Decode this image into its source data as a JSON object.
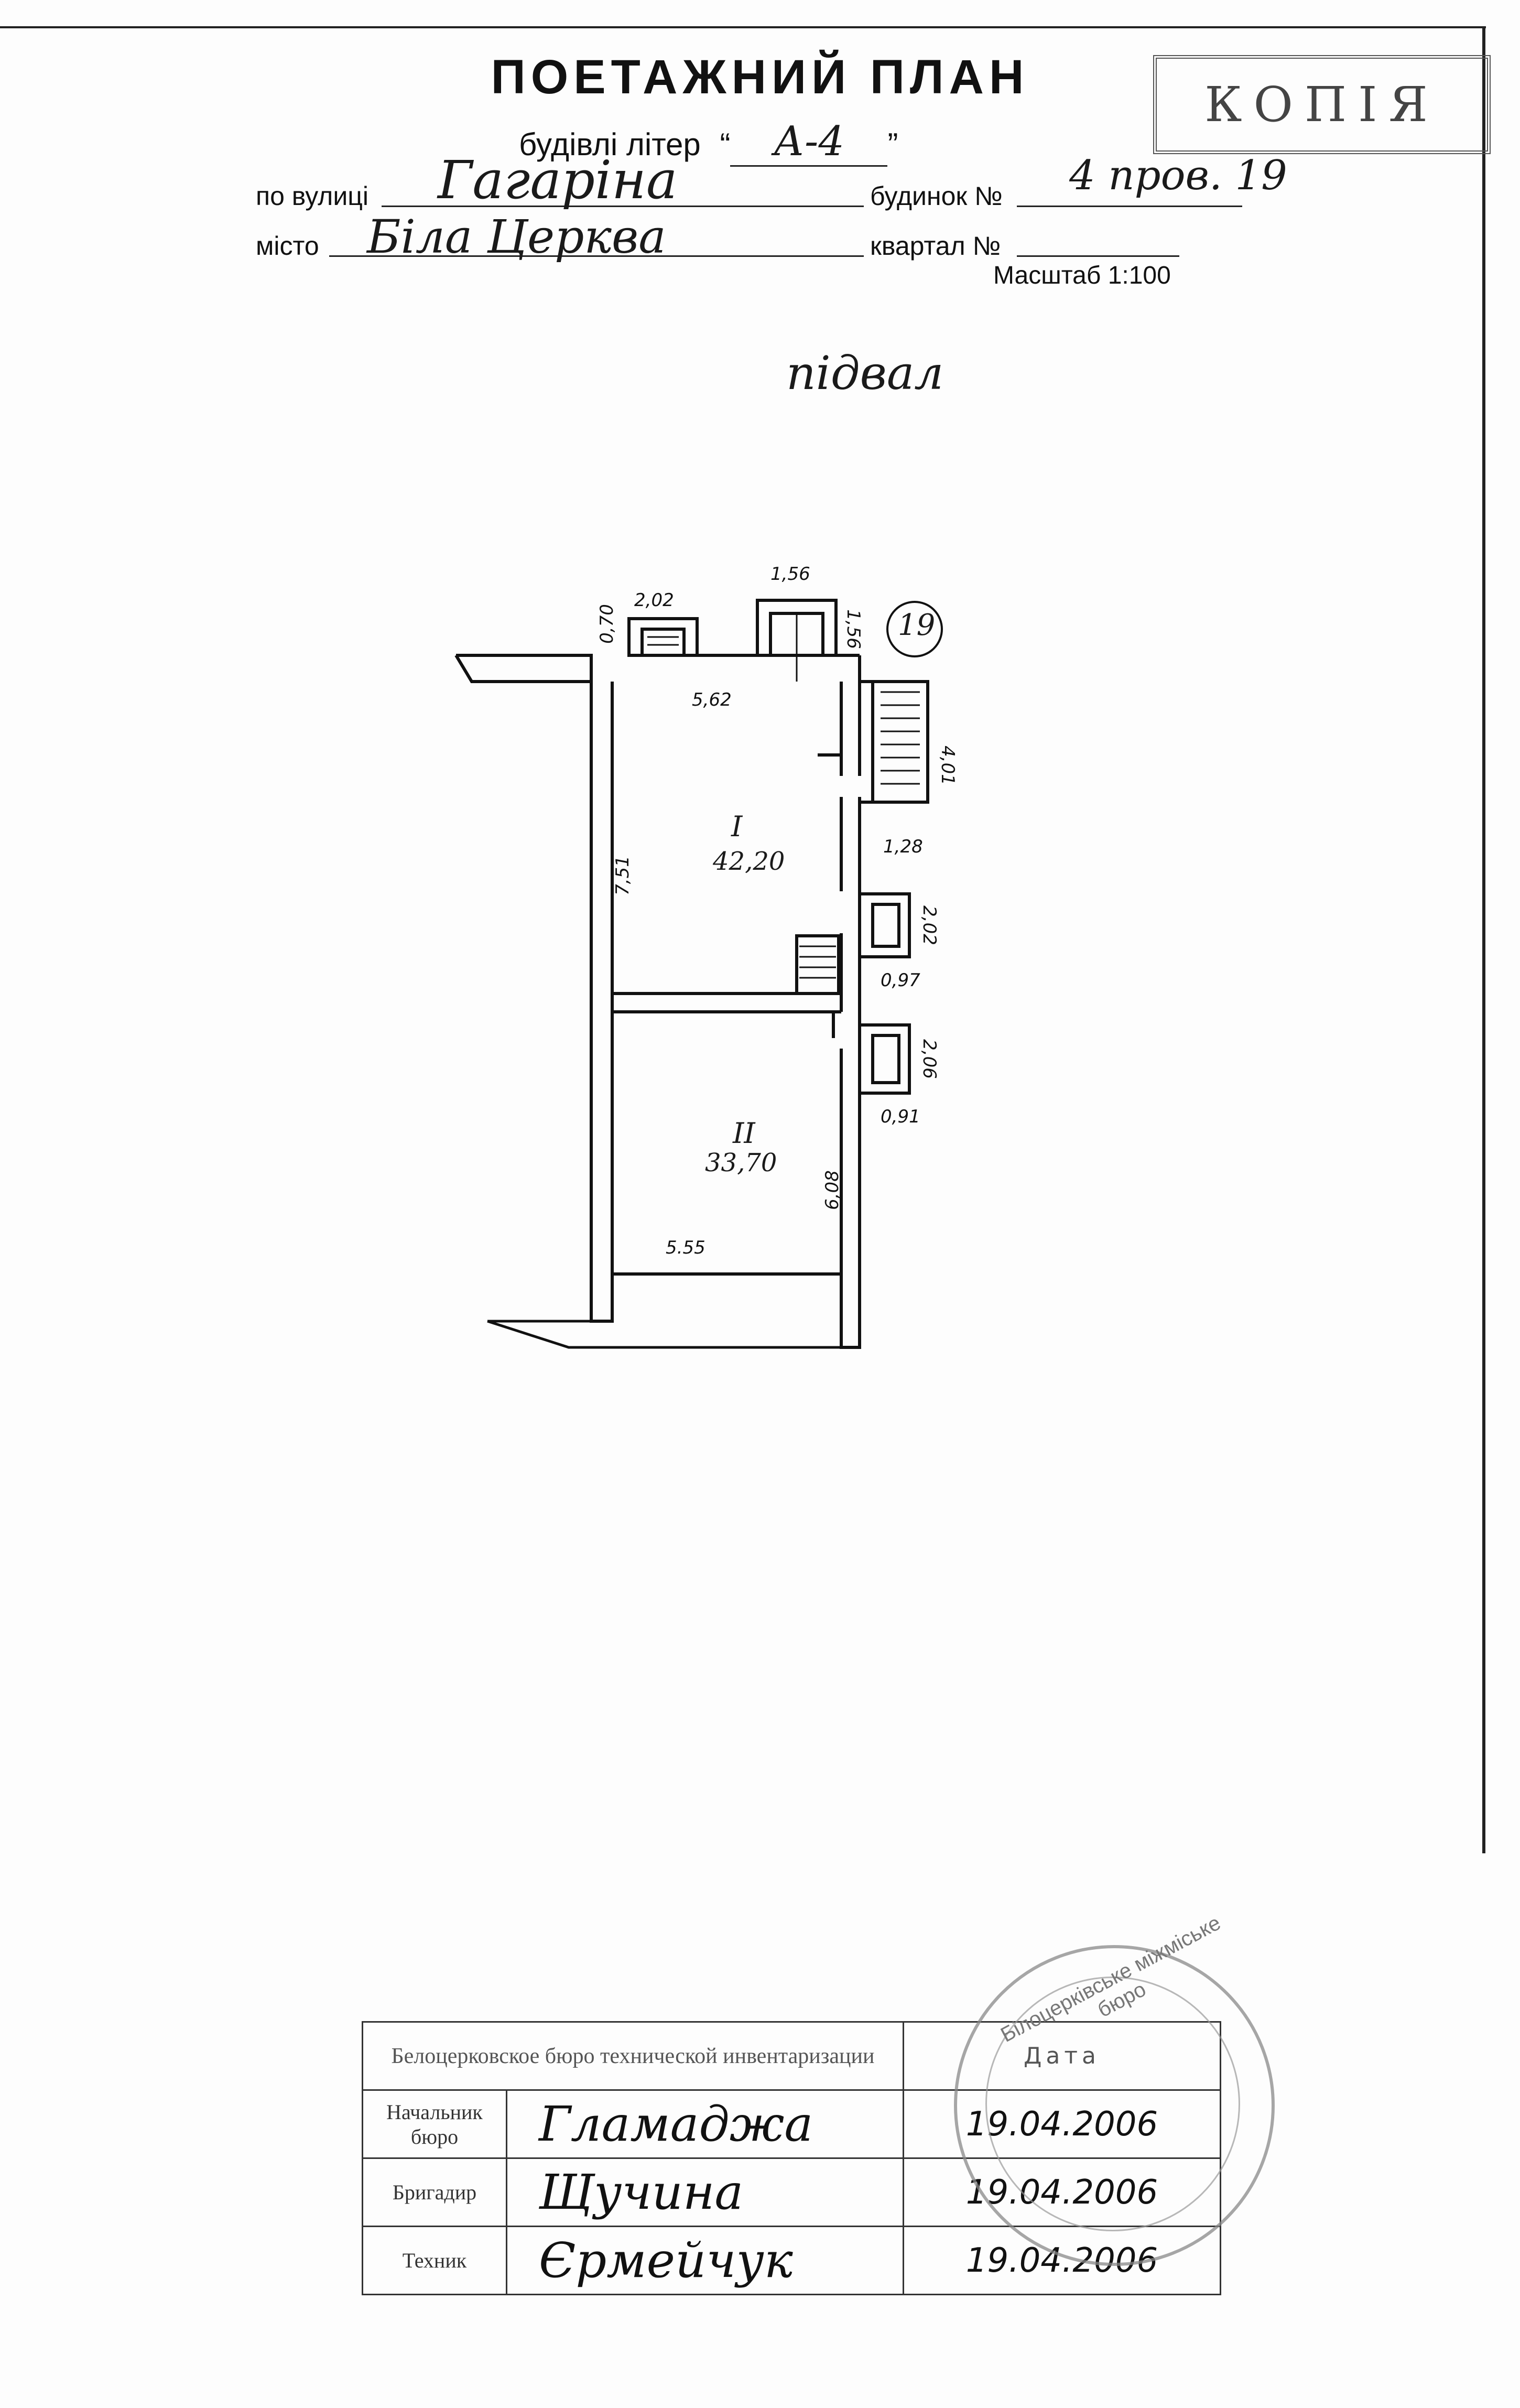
{
  "header": {
    "title": "ПОЕТАЖНИЙ ПЛАН",
    "litera_label": "будівлі літер",
    "litera_value": "А-4",
    "street_label": "по вулиці",
    "street_value": "Гагаріна",
    "house_label": "будинок №",
    "house_value": "4 пров. 19",
    "city_label": "місто",
    "city_value": "Біла Церква",
    "block_label": "квартал №",
    "scale": "Масштаб 1:100"
  },
  "stamp_copy": "КОПІЯ",
  "plan": {
    "floor": "підвал",
    "section_number": "19",
    "rooms": [
      {
        "number": "I",
        "area": "42,20"
      },
      {
        "number": "II",
        "area": "33,70"
      }
    ],
    "dimensions": {
      "entry_left_h": "0,70",
      "entry_left_w": "2,02",
      "entry_top_w": "1,56",
      "entry_top_h": "1,56",
      "top_width": "5,62",
      "left_height": "7,51",
      "stair_right_h": "4,01",
      "stair_right_w": "1,28",
      "pit1_h": "2,02",
      "pit1_w": "0,97",
      "pit2_h": "2,06",
      "pit2_w": "0,91",
      "room2_height": "6,08",
      "bottom_width": "5.55"
    }
  },
  "bureau": {
    "header": "Белоцерковское бюро технической инвентаризации",
    "date_header": "Дата",
    "rows": [
      {
        "role": "Начальник бюро",
        "signature": "Гламаджа",
        "date": "19.04.2006"
      },
      {
        "role": "Бригадир",
        "signature": "Щучина",
        "date": "19.04.2006"
      },
      {
        "role": "Техник",
        "signature": "Єрмейчук",
        "date": "19.04.2006"
      }
    ]
  },
  "seal_text": "Білоцерківське міжміське бюро"
}
